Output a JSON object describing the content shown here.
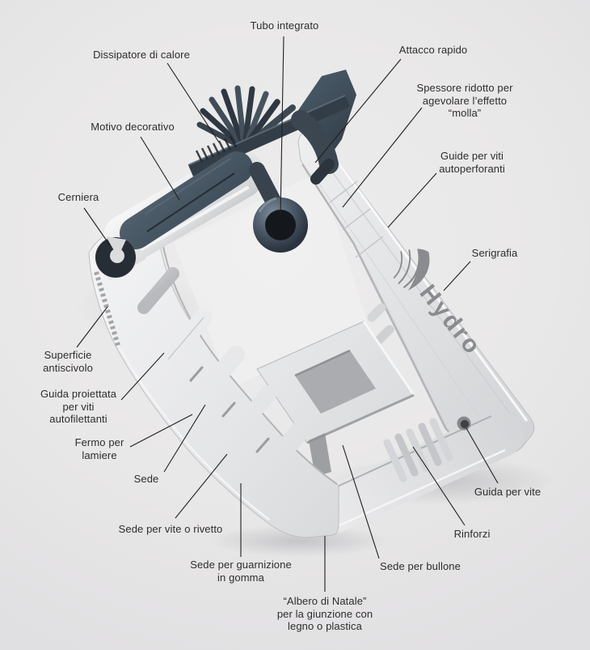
{
  "figure": {
    "kind": "annotated-product-photo",
    "subject": "Sezione di profilo estruso in alluminio con dissipatore di calore",
    "language": "it"
  },
  "logo": {
    "text": "Hydro"
  },
  "labels": [
    {
      "id": "tubo-integrato",
      "text": "Tubo integrato"
    },
    {
      "id": "dissipatore-di-calore",
      "text": "Dissipatore di calore"
    },
    {
      "id": "attacco-rapido",
      "text": "Attacco rapido"
    },
    {
      "id": "spessore-ridotto",
      "text": "Spessore ridotto per\nagevolare l’effetto\n“molla”"
    },
    {
      "id": "motivo-decorativo",
      "text": "Motivo decorativo"
    },
    {
      "id": "guide-viti-autoperforanti",
      "text": "Guide per viti\nautoperforanti"
    },
    {
      "id": "serigrafia",
      "text": "Serigrafia"
    },
    {
      "id": "cerniera",
      "text": "Cerniera"
    },
    {
      "id": "superficie-antiscivolo",
      "text": "Superficie\nantiscivolo"
    },
    {
      "id": "guida-proiettata",
      "text": "Guida proiettata\nper viti\nautofilettanti"
    },
    {
      "id": "fermo-per-lamiere",
      "text": "Fermo per\nlamiere"
    },
    {
      "id": "sede",
      "text": "Sede"
    },
    {
      "id": "sede-per-vite-o-rivetto",
      "text": "Sede per vite o rivetto"
    },
    {
      "id": "sede-per-guarnizione",
      "text": "Sede per guarnizione\nin gomma"
    },
    {
      "id": "albero-di-natale",
      "text": "“Albero di Natale”\nper la giunzione con\nlegno o plastica"
    },
    {
      "id": "sede-per-bullone",
      "text": "Sede per bullone"
    },
    {
      "id": "rinforzi",
      "text": "Rinforzi"
    },
    {
      "id": "guida-per-vite",
      "text": "Guida per vite"
    }
  ],
  "colors": {
    "background": "#e9e8e8",
    "dark_metal": "#3f4c59",
    "dark_metal_deep": "#1c2228",
    "aluminum_light": "#f5f5f6",
    "aluminum_mid": "#d6d7d9",
    "aluminum_shadow": "#a9abae",
    "label_text": "#2d2d2d",
    "leader_line": "#1f1f1f",
    "logo_gray": "#8a8b8f"
  }
}
